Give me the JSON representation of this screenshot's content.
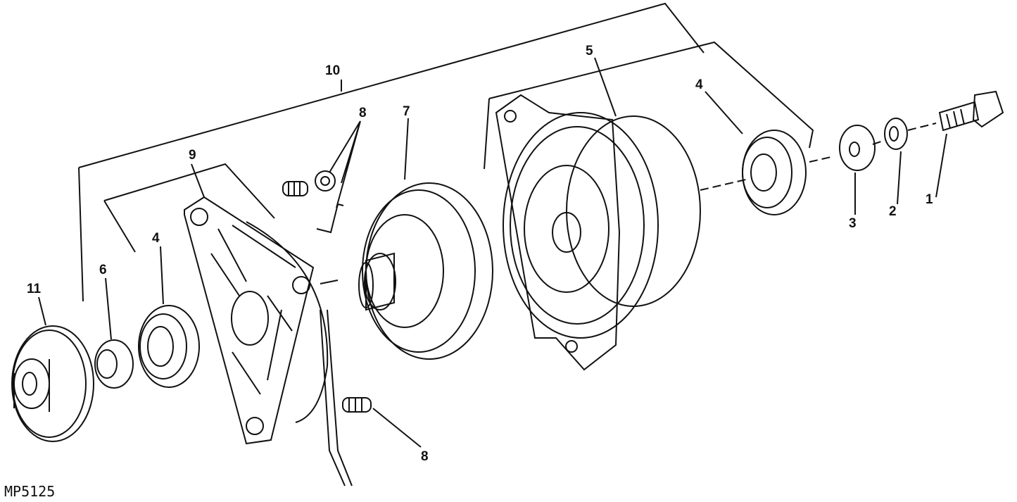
{
  "diagram": {
    "figure_code": "MP5125",
    "callouts": [
      {
        "id": "label-1",
        "text": "1"
      },
      {
        "id": "label-2",
        "text": "2"
      },
      {
        "id": "label-3",
        "text": "3"
      },
      {
        "id": "label-4a",
        "text": "4"
      },
      {
        "id": "label-4b",
        "text": "4"
      },
      {
        "id": "label-5",
        "text": "5"
      },
      {
        "id": "label-6",
        "text": "6"
      },
      {
        "id": "label-7",
        "text": "7"
      },
      {
        "id": "label-8a",
        "text": "8"
      },
      {
        "id": "label-8b",
        "text": "8"
      },
      {
        "id": "label-9",
        "text": "9"
      },
      {
        "id": "label-10",
        "text": "10"
      },
      {
        "id": "label-11",
        "text": "11"
      }
    ]
  }
}
